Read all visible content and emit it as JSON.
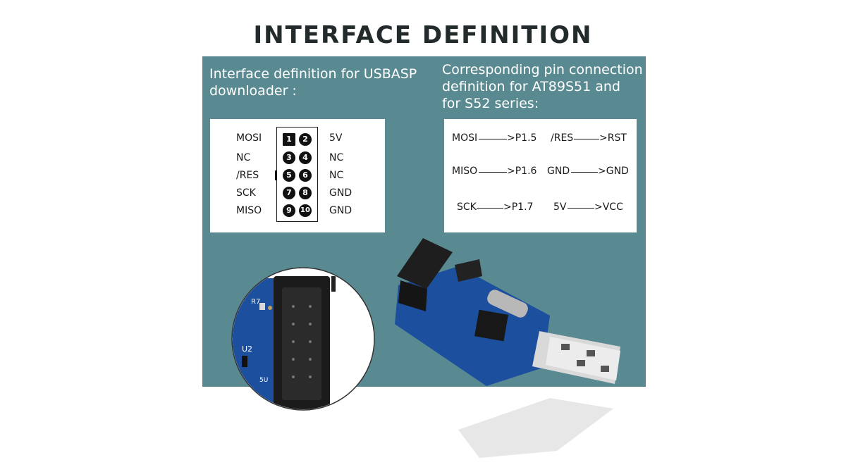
{
  "title": "INTERFACE DEFINITION",
  "left_heading": "Interface definition for USBASP downloader :",
  "right_heading": "Corresponding pin connection definition for AT89S51 and for S52 series:",
  "pinout_left_labels": [
    "MOSI",
    "NC",
    "/RES",
    "SCK",
    "MISO"
  ],
  "pinout_right_labels": [
    "5V",
    "NC",
    "NC",
    "GND",
    "GND"
  ],
  "pin_numbers": [
    "1",
    "2",
    "3",
    "4",
    "5",
    "6",
    "7",
    "8",
    "9",
    "10"
  ],
  "connections": [
    {
      "from": "MOSI",
      "to": ">P1.5"
    },
    {
      "from": "/RES",
      "to": ">RST"
    },
    {
      "from": "MISO",
      "to": ">P1.6"
    },
    {
      "from": "GND",
      "to": ">GND"
    },
    {
      "from": "SCK",
      "to": ">P1.7"
    },
    {
      "from": "5V",
      "to": ">VCC"
    }
  ],
  "board_silkscreen": [
    "R7",
    "U2",
    "5U"
  ],
  "colors": {
    "panel": "#5a8a91",
    "board": "#1c4f9e",
    "title": "#222a2c"
  }
}
